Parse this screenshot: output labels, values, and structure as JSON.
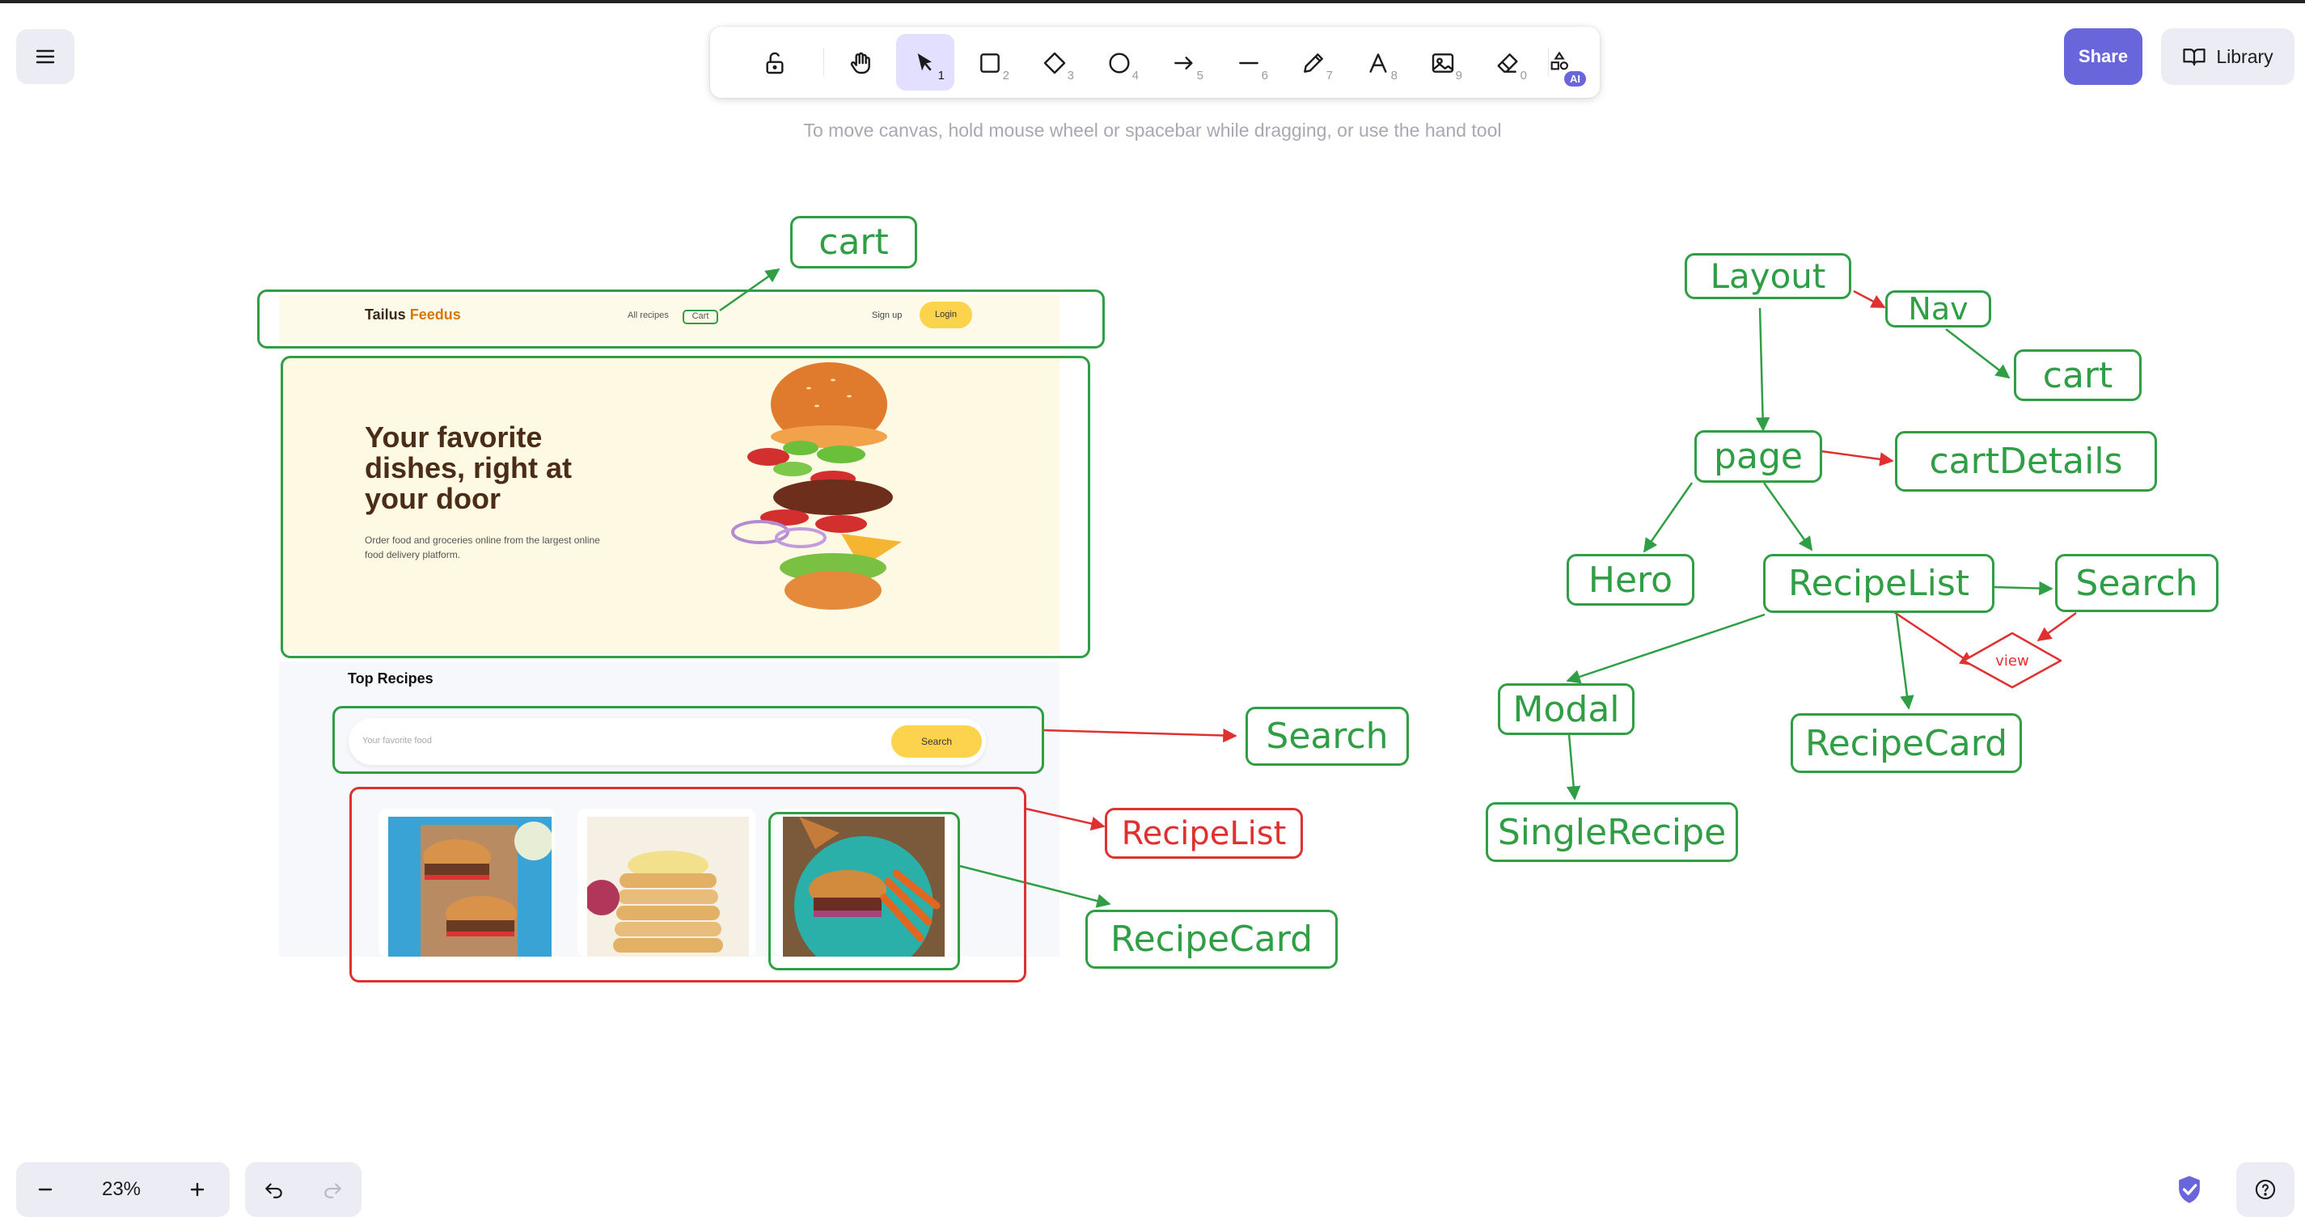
{
  "toolbar": {
    "tools": [
      {
        "name": "lock-icon",
        "key": ""
      },
      {
        "name": "hand-icon",
        "key": ""
      },
      {
        "name": "selection-icon",
        "key": "1"
      },
      {
        "name": "rectangle-icon",
        "key": "2"
      },
      {
        "name": "diamond-icon",
        "key": "3"
      },
      {
        "name": "ellipse-icon",
        "key": "4"
      },
      {
        "name": "arrow-icon",
        "key": "5"
      },
      {
        "name": "line-icon",
        "key": "6"
      },
      {
        "name": "pencil-icon",
        "key": "7"
      },
      {
        "name": "text-icon",
        "key": "8"
      },
      {
        "name": "image-icon",
        "key": "9"
      },
      {
        "name": "eraser-icon",
        "key": "0"
      },
      {
        "name": "more-shapes-icon",
        "key": "",
        "badge": "AI"
      }
    ],
    "active_tool": "selection-icon",
    "hint": "To move canvas, hold mouse wheel or spacebar while dragging, or use the hand tool"
  },
  "header": {
    "share_label": "Share",
    "library_label": "Library"
  },
  "footer": {
    "zoom_label": "23%"
  },
  "colors": {
    "accent": "#6965db",
    "green": "#2f9e44",
    "red": "#e03131"
  },
  "mockup": {
    "brand_first": "Tailus",
    "brand_second": "Feedus",
    "nav_all_recipes": "All recipes",
    "nav_cart": "Cart",
    "nav_signup": "Sign up",
    "nav_login": "Login",
    "hero_title_1": "Your favorite",
    "hero_title_2": "dishes, right at",
    "hero_title_3": "your door",
    "hero_sub_1": "Order food and groceries online from the largest online",
    "hero_sub_2": "food delivery platform.",
    "section_title": "Top Recipes",
    "search_placeholder": "Your favorite food",
    "search_button": "Search"
  },
  "annotations": {
    "left": {
      "cart": "cart",
      "search": "Search",
      "recipe_list": "RecipeList",
      "recipe_card": "RecipeCard"
    },
    "tree": {
      "layout": "Layout",
      "nav": "Nav",
      "cart": "cart",
      "page": "page",
      "cart_details": "cartDetails",
      "hero": "Hero",
      "recipe_list": "RecipeList",
      "search": "Search",
      "view": "view",
      "modal": "Modal",
      "recipe_card": "RecipeCard",
      "single_recipe": "SingleRecipe"
    }
  }
}
